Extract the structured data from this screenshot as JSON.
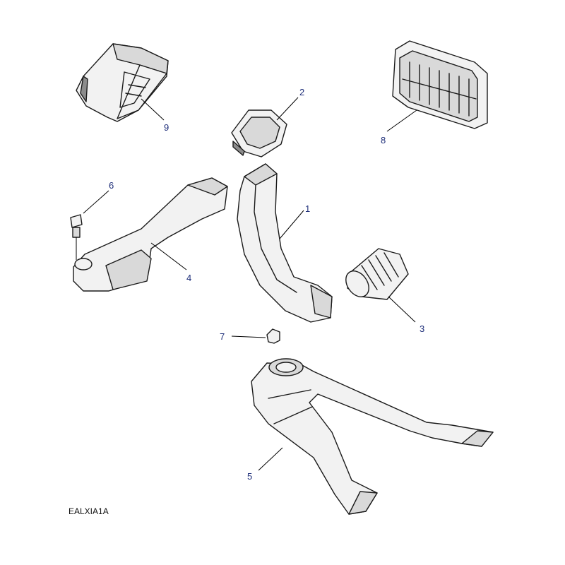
{
  "callouts": {
    "c1": "1",
    "c2": "2",
    "c3": "3",
    "c4": "4",
    "c5": "5",
    "c6": "6",
    "c7": "7",
    "c8": "8",
    "c9": "9"
  },
  "reference_code": "EALXIA1A",
  "colors": {
    "callout_text": "#1f2f7a",
    "line": "#1a1a1a"
  }
}
